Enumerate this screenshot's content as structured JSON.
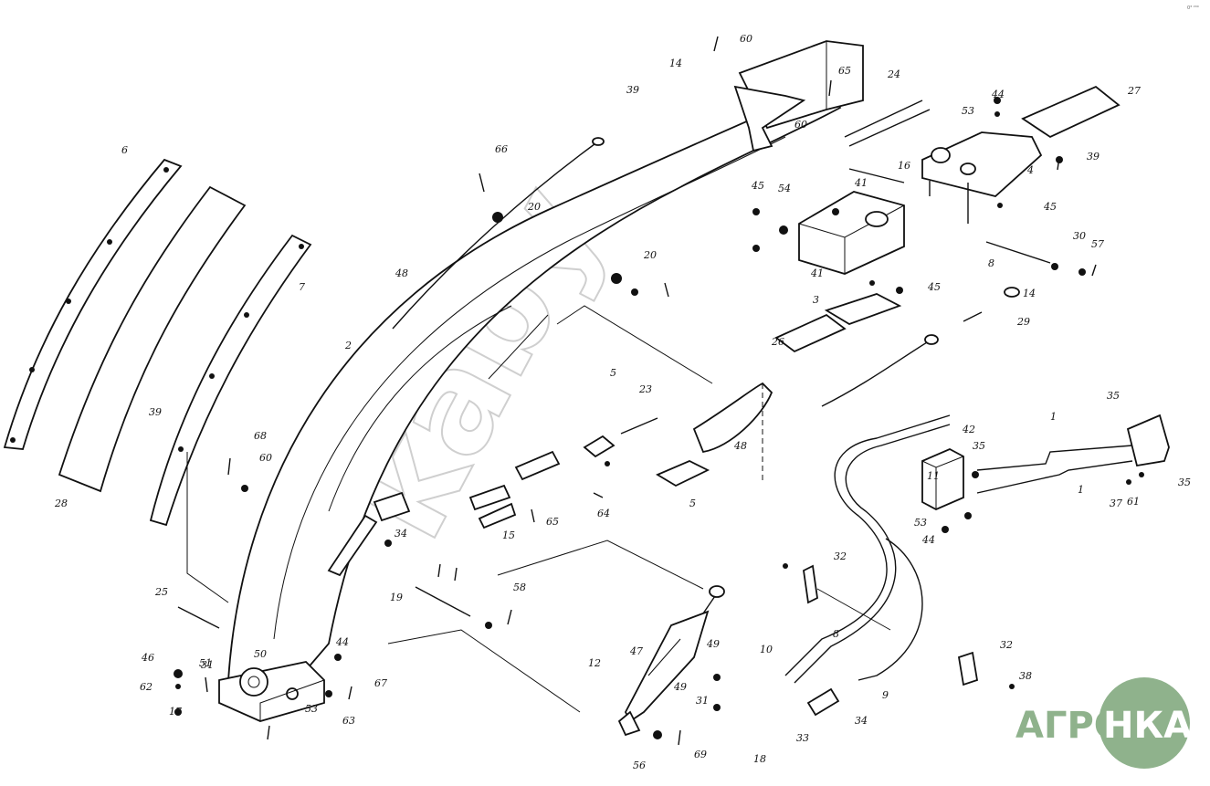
{
  "watermark": "kaby",
  "logo": {
    "left_text": "АГРО",
    "right_text": "НКА",
    "color": "#8fb28c"
  },
  "corner_mark": "0³ ²⁰⁰",
  "callouts": [
    {
      "text": "1"
    },
    {
      "text": "1"
    },
    {
      "text": "2"
    },
    {
      "text": "3"
    },
    {
      "text": "4"
    },
    {
      "text": "5"
    },
    {
      "text": "5"
    },
    {
      "text": "6"
    },
    {
      "text": "7"
    },
    {
      "text": "8"
    },
    {
      "text": "8"
    },
    {
      "text": "9"
    },
    {
      "text": "10"
    },
    {
      "text": "11"
    },
    {
      "text": "12"
    },
    {
      "text": "14"
    },
    {
      "text": "14"
    },
    {
      "text": "15"
    },
    {
      "text": "16"
    },
    {
      "text": "17"
    },
    {
      "text": "18"
    },
    {
      "text": "19"
    },
    {
      "text": "20"
    },
    {
      "text": "20"
    },
    {
      "text": "23"
    },
    {
      "text": "24"
    },
    {
      "text": "25"
    },
    {
      "text": "26"
    },
    {
      "text": "27"
    },
    {
      "text": "28"
    },
    {
      "text": "29"
    },
    {
      "text": "30"
    },
    {
      "text": "31"
    },
    {
      "text": "31"
    },
    {
      "text": "32"
    },
    {
      "text": "32"
    },
    {
      "text": "33"
    },
    {
      "text": "34"
    },
    {
      "text": "34"
    },
    {
      "text": "35"
    },
    {
      "text": "35"
    },
    {
      "text": "35"
    },
    {
      "text": "37"
    },
    {
      "text": "38"
    },
    {
      "text": "39"
    },
    {
      "text": "39"
    },
    {
      "text": "39"
    },
    {
      "text": "41"
    },
    {
      "text": "41"
    },
    {
      "text": "42"
    },
    {
      "text": "44"
    },
    {
      "text": "44"
    },
    {
      "text": "44"
    },
    {
      "text": "45"
    },
    {
      "text": "45"
    },
    {
      "text": "45"
    },
    {
      "text": "46"
    },
    {
      "text": "47"
    },
    {
      "text": "48"
    },
    {
      "text": "48"
    },
    {
      "text": "49"
    },
    {
      "text": "49"
    },
    {
      "text": "50"
    },
    {
      "text": "51"
    },
    {
      "text": "53"
    },
    {
      "text": "53"
    },
    {
      "text": "53"
    },
    {
      "text": "54"
    },
    {
      "text": "56"
    },
    {
      "text": "57"
    },
    {
      "text": "58"
    },
    {
      "text": "60"
    },
    {
      "text": "60"
    },
    {
      "text": "60"
    },
    {
      "text": "61"
    },
    {
      "text": "62"
    },
    {
      "text": "63"
    },
    {
      "text": "64"
    },
    {
      "text": "65"
    },
    {
      "text": "65"
    },
    {
      "text": "66"
    },
    {
      "text": "67"
    },
    {
      "text": "68"
    },
    {
      "text": "69"
    }
  ]
}
